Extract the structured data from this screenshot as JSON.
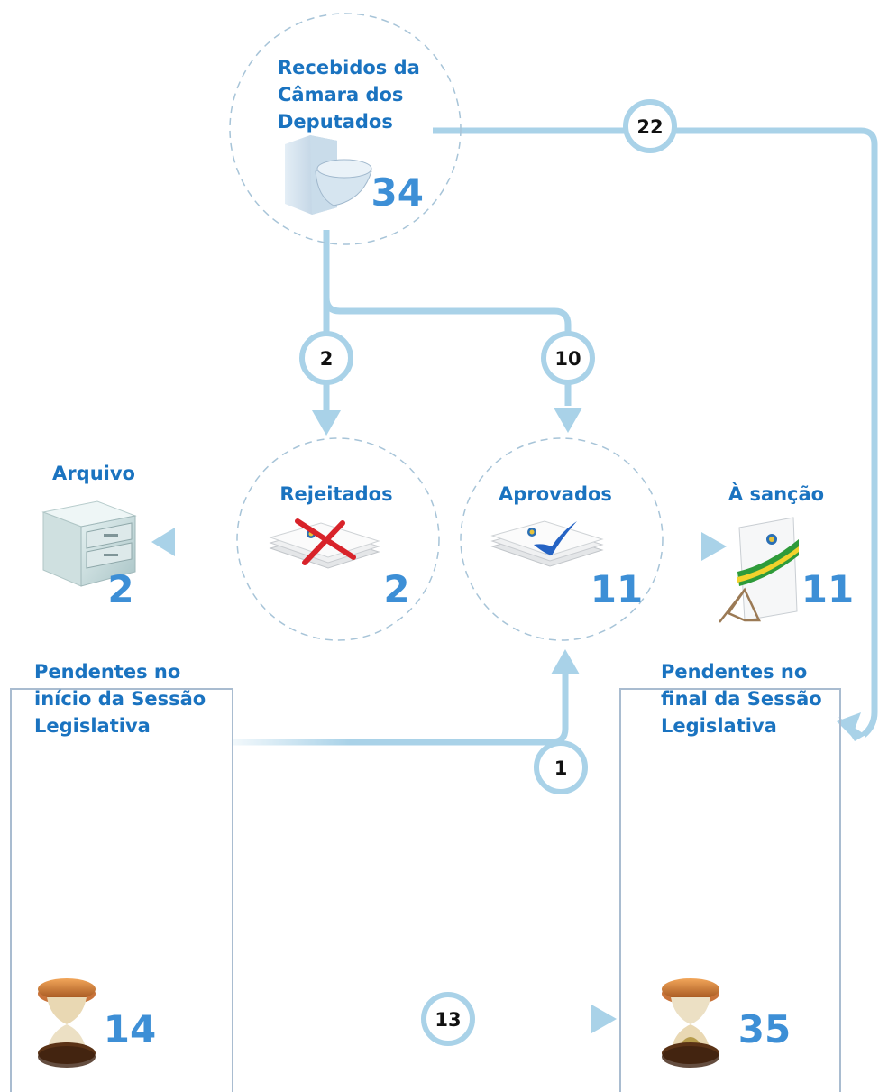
{
  "nodes": {
    "recebidos": {
      "label_lines": [
        "Recebidos da",
        "Câmara dos",
        "Deputados"
      ],
      "count": "34"
    },
    "arquivo": {
      "label": "Arquivo",
      "count": "2"
    },
    "rejeitados": {
      "label": "Rejeitados",
      "count": "2"
    },
    "aprovados": {
      "label": "Aprovados",
      "count": "11"
    },
    "sancao": {
      "label": "À sanção",
      "count": "11"
    },
    "pendentes_inicio": {
      "label_lines": [
        "Pendentes no",
        "início da Sessão",
        "Legislativa"
      ],
      "count": "14"
    },
    "pendentes_final": {
      "label_lines": [
        "Pendentes no",
        "final da Sessão",
        "Legislativa"
      ],
      "count": "35"
    }
  },
  "flows": {
    "recebidos_to_pendentes_final": "22",
    "recebidos_to_rejeitados": "2",
    "recebidos_to_aprovados": "10",
    "pendentes_inicio_to_aprovados": "1",
    "pendentes_inicio_to_pendentes_final": "13"
  },
  "colors": {
    "label": "#1a73c0",
    "count": "#3d8fd6",
    "flow": "#a9d2e8",
    "dashed_circle": "#a7c4d8",
    "box_border": "#a9bcd0"
  }
}
